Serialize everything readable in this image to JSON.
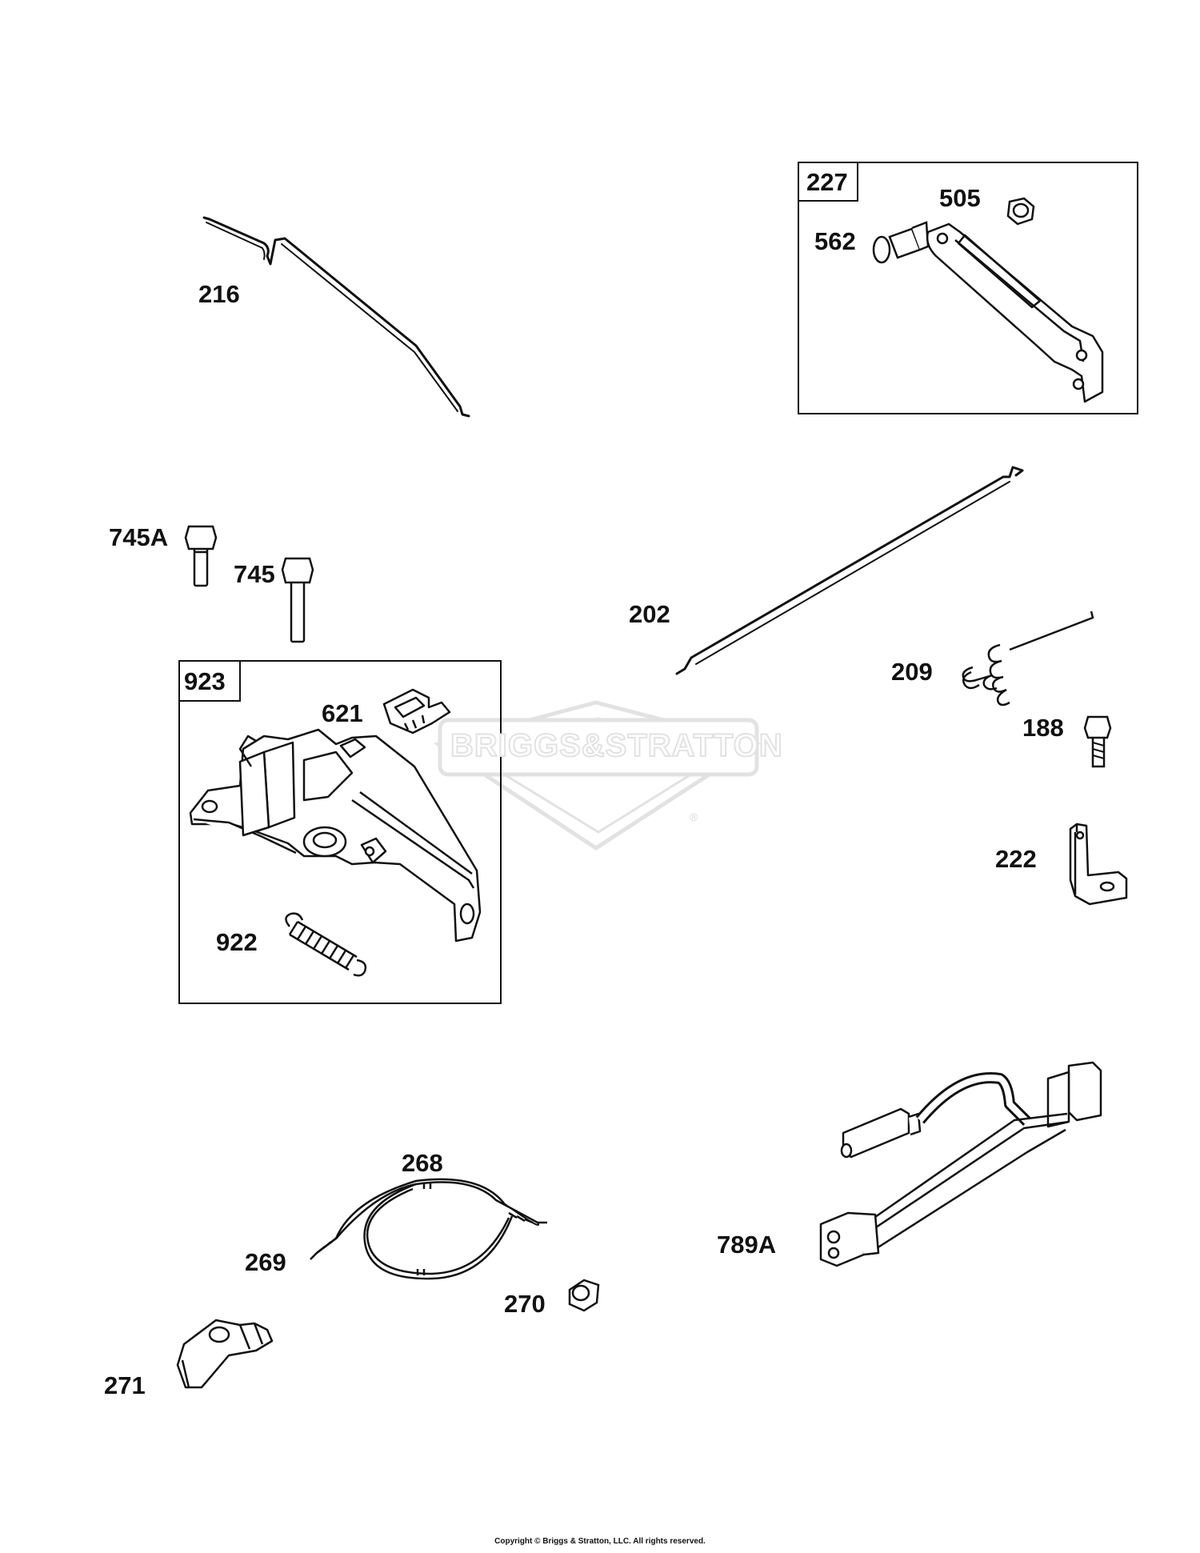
{
  "watermark": {
    "text": "BRIGGS&STRATTON",
    "registered": "®"
  },
  "boxes": [
    {
      "id": "227"
    },
    {
      "id": "923"
    }
  ],
  "parts": [
    {
      "id": "216",
      "label": "216"
    },
    {
      "id": "505",
      "label": "505"
    },
    {
      "id": "562",
      "label": "562"
    },
    {
      "id": "745A",
      "label": "745A"
    },
    {
      "id": "745",
      "label": "745"
    },
    {
      "id": "202",
      "label": "202"
    },
    {
      "id": "209",
      "label": "209"
    },
    {
      "id": "621",
      "label": "621"
    },
    {
      "id": "188",
      "label": "188"
    },
    {
      "id": "222",
      "label": "222"
    },
    {
      "id": "922",
      "label": "922"
    },
    {
      "id": "268",
      "label": "268"
    },
    {
      "id": "269",
      "label": "269"
    },
    {
      "id": "270",
      "label": "270"
    },
    {
      "id": "271",
      "label": "271"
    },
    {
      "id": "789A",
      "label": "789A"
    }
  ],
  "copyright": "Copyright © Briggs & Stratton, LLC. All rights reserved.",
  "colors": {
    "line": "#111111",
    "watermark": "#e2e2e2",
    "background": "#ffffff"
  }
}
